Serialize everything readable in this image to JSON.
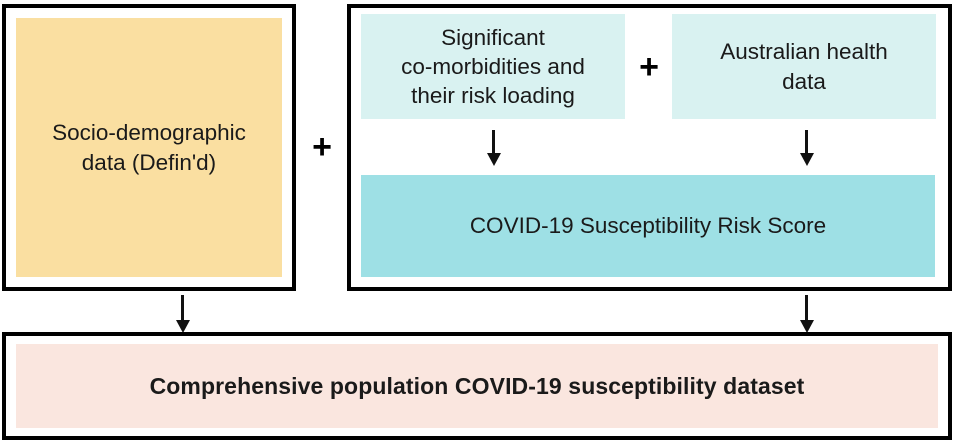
{
  "diagram": {
    "type": "flowchart",
    "title": "COVID-19 susceptibility dataset construction",
    "colors": {
      "socio_demographic_fill": "#fadfa1",
      "input_box_fill": "#d9f2f1",
      "risk_score_fill": "#9ee0e5",
      "output_fill": "#fae6df",
      "border": "#000000",
      "text": "#1a1a1a",
      "arrow": "#111111"
    },
    "nodes": {
      "socio_demographic": {
        "label": "Socio-demographic data (Defin'd)",
        "line1": "Socio-demographic",
        "line2": "data (Defin'd)"
      },
      "comorbidities": {
        "label": "Significant co-morbidities and their risk loading",
        "line1": "Significant",
        "line2": "co-morbidities and",
        "line3": "their risk loading"
      },
      "australian_health_data": {
        "label": "Australian health data",
        "line1": "Australian health",
        "line2": "data"
      },
      "risk_score": {
        "label": "COVID-19 Susceptibility Risk Score"
      },
      "output_dataset": {
        "label": "Comprehensive population COVID-19 susceptibility dataset"
      }
    },
    "operators": {
      "plus_outer": "+",
      "plus_inner": "+"
    },
    "arrows": [
      {
        "name": "comorbidities-to-risk-score",
        "glyph": "down-arrow"
      },
      {
        "name": "australian-health-to-risk-score",
        "glyph": "down-arrow"
      },
      {
        "name": "socio-demographic-to-output",
        "glyph": "down-arrow"
      },
      {
        "name": "risk-score-to-output",
        "glyph": "down-arrow"
      }
    ]
  }
}
